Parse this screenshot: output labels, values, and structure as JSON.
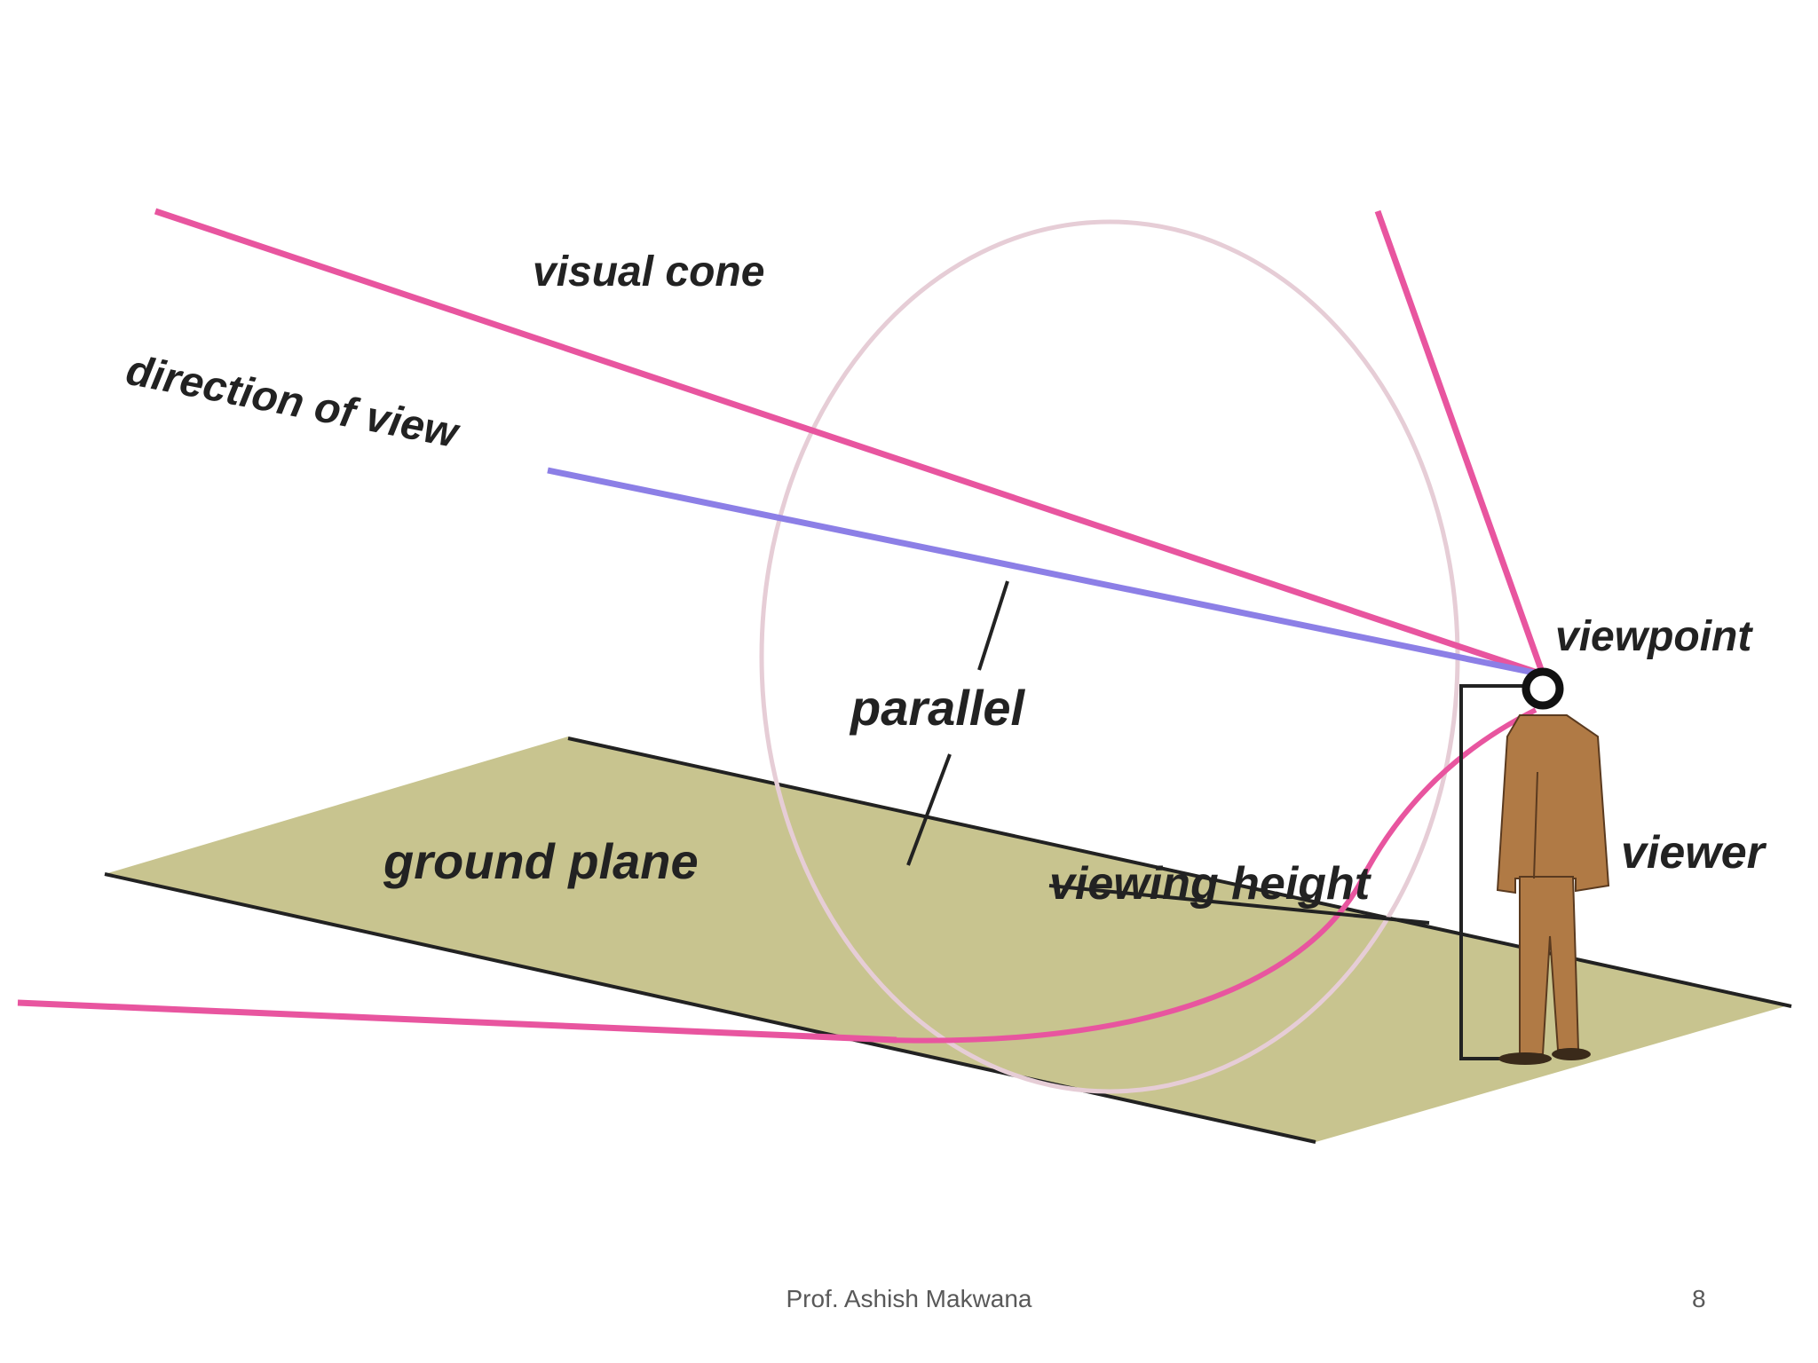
{
  "diagram": {
    "labels": {
      "visual_cone": "visual cone",
      "direction_of_view": "direction of view",
      "viewpoint": "viewpoint",
      "parallel": "parallel",
      "ground_plane": "ground plane",
      "viewing_height": "viewing height",
      "viewer": "viewer"
    },
    "colors": {
      "cone_line": "#e8559f",
      "direction_line": "#8c7fe6",
      "picture_circle": "#e6cdd6",
      "ground_plane": "#c8c48f",
      "plane_edge": "#222222",
      "viewer_body": "#b07a45",
      "label_text": "#222222"
    }
  },
  "footer": {
    "author": "Prof. Ashish Makwana",
    "page_number": "8"
  }
}
